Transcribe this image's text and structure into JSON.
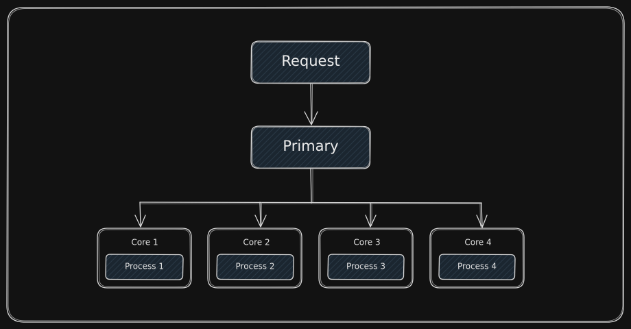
{
  "diagram": {
    "request_label": "Request",
    "primary_label": "Primary",
    "cores": [
      {
        "core_label": "Core 1",
        "process_label": "Process 1"
      },
      {
        "core_label": "Core 2",
        "process_label": "Process 2"
      },
      {
        "core_label": "Core 3",
        "process_label": "Process 3"
      },
      {
        "core_label": "Core 4",
        "process_label": "Process 4"
      }
    ]
  },
  "colors": {
    "background": "#121212",
    "stroke": "#d9d9d9",
    "node_fill": "#1d2a35"
  }
}
